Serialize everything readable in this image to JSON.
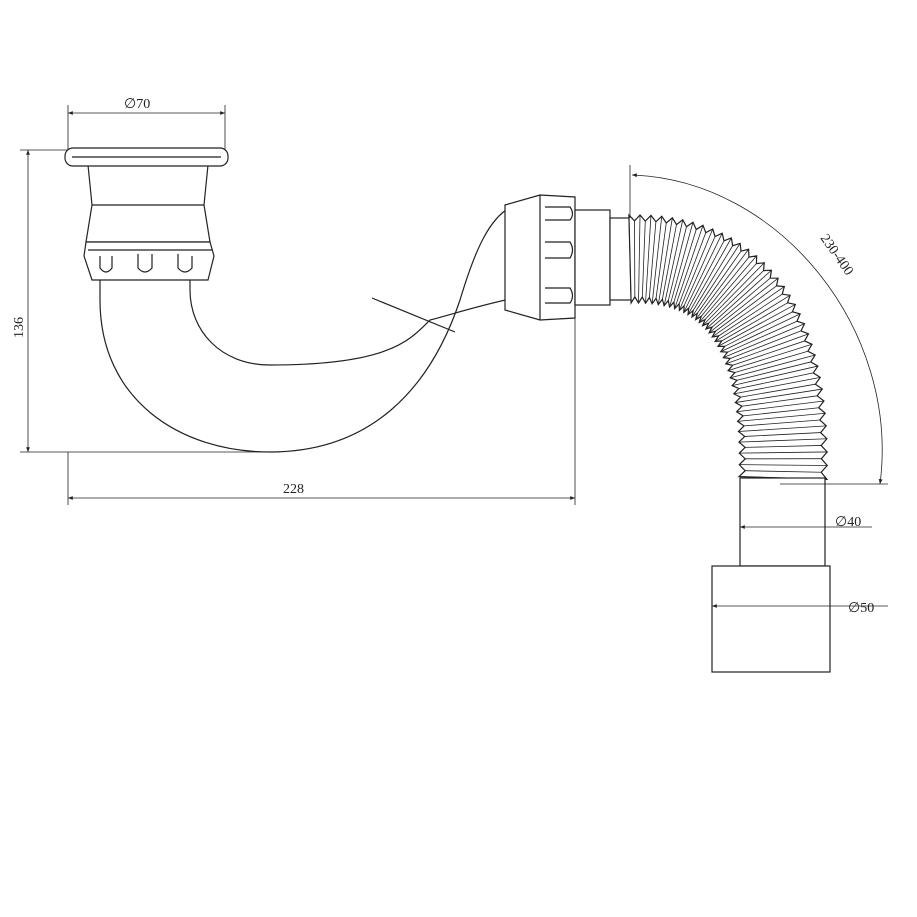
{
  "drawing": {
    "title": "Siphon with flexible hose – dimensions",
    "dimensions": {
      "top_diameter": "∅70",
      "height": "136",
      "width": "228",
      "hose_length": "230-400",
      "outlet_diameter_small": "∅40",
      "outlet_diameter_large": "∅50"
    },
    "line_color": "#222222",
    "background": "#ffffff",
    "hose_ribs": 34
  }
}
